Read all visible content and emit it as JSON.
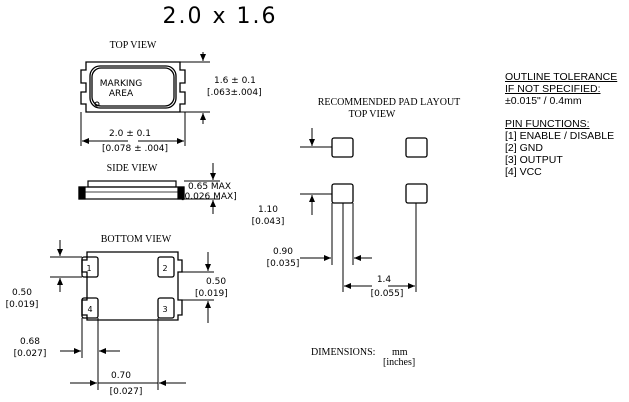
{
  "title": "2.0 x 1.6",
  "top_view": {
    "heading": "TOP VIEW",
    "marking_line1": "MARKING",
    "marking_line2": "AREA",
    "height_mm": "1.6 ± 0.1",
    "height_in": "[.063±.004]",
    "width_mm": "2.0 ± 0.1",
    "width_in": "[0.078 ± .004]"
  },
  "side_view": {
    "heading": "SIDE VIEW",
    "thickness_mm": "0.65 MAX",
    "thickness_in": "[0.026 MAX]"
  },
  "bottom_view": {
    "heading": "BOTTOM VIEW",
    "pins": [
      "1",
      "2",
      "3",
      "4"
    ],
    "pad_size_left_mm": "0.50",
    "pad_size_left_in": "[0.019]",
    "pad_size_right_mm": "0.50",
    "pad_size_right_in": "[0.019]",
    "pad_pitch_mm": "0.68",
    "pad_pitch_in": "[0.027]",
    "pad_width_mm": "0.70",
    "pad_width_in": "[0.027]"
  },
  "pad_layout": {
    "heading_line1": "RECOMMENDED PAD LAYOUT",
    "heading_line2": "TOP VIEW",
    "pad_height_mm": "1.10",
    "pad_height_in": "[0.043]",
    "pad_gap_mm": "0.90",
    "pad_gap_in": "[0.035]",
    "pad_span_mm": "1.4",
    "pad_span_in": "[0.055]"
  },
  "dimensions_note": {
    "label": "DIMENSIONS:",
    "unit_primary": "mm",
    "unit_secondary": "[inches]"
  },
  "notes": {
    "tolerance_heading_line1": "OUTLINE TOLERANCE",
    "tolerance_heading_line2": "IF NOT SPECIFIED:",
    "tolerance_value": "±0.015\" / 0.4mm",
    "pin_heading": "PIN FUNCTIONS:",
    "pin_functions": [
      "[1] ENABLE / DISABLE",
      "[2] GND",
      "[3] OUTPUT",
      "[4] VCC"
    ]
  }
}
